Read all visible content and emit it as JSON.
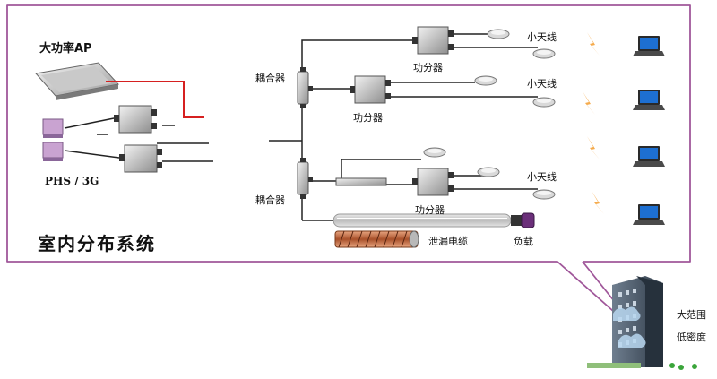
{
  "labels": {
    "ap": "大功率AP",
    "phs": "PHS / 3G",
    "system_title": "室内分布系统",
    "coupler_top": "耦合器",
    "coupler_bottom": "耦合器",
    "splitter_top_right": "功分器",
    "splitter_middle": "功分器",
    "splitter_bottom": "功分器",
    "antenna_1": "小天线",
    "antenna_2": "小天线",
    "antenna_3": "小天线",
    "leaky_cable": "泄漏电缆",
    "load": "负载",
    "building_line1": "大范围",
    "building_line2": "低密度"
  },
  "colors": {
    "frame_border": "#a0579a",
    "rf_line": "#222222",
    "ap_line": "#d62020",
    "lightning": "#f4a23a",
    "building": "#7da6cf",
    "laptop_screen": "#1d6fd1"
  },
  "icons": [
    "ap-device-icon",
    "splitter-icon",
    "coupler-icon",
    "antenna-icon",
    "laptop-icon",
    "lightning-icon",
    "building-icon",
    "leaky-cable-icon",
    "load-icon",
    "phs-base-icon"
  ]
}
